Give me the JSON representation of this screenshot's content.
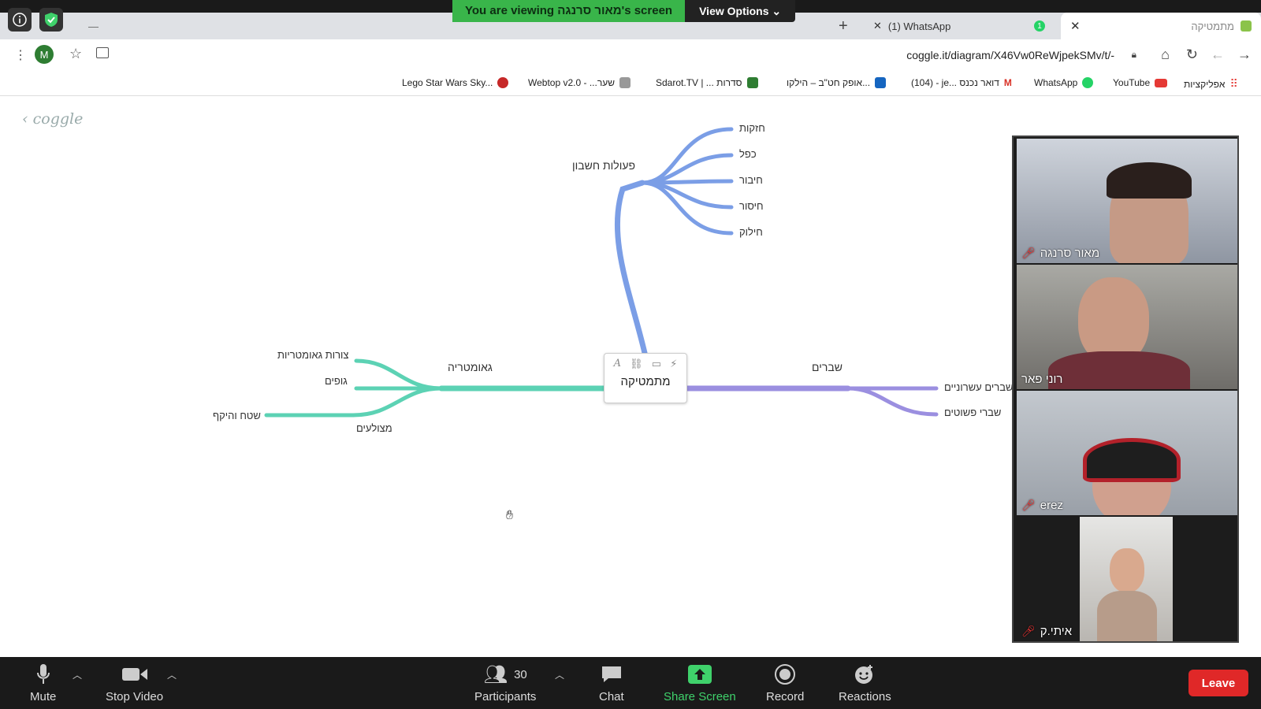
{
  "banner": {
    "message": "You are viewing מאור סרנגה's screen",
    "view_options": "View Options ⌄"
  },
  "tabs": {
    "whatsapp": "(1) WhatsApp",
    "whatsapp_badge": "1",
    "active": "מתמטיקה"
  },
  "address": {
    "url": "coggle.it/diagram/X46Vw0ReWjpekSMv/t/-",
    "avatar": "M"
  },
  "bookmarks": [
    "Lego Star Wars Sky...",
    "Webtop v2.0 - ...שער",
    "Sdarot.TV | ... סדרות",
    "אופק חט\"ב – הילקו...",
    "(104) - je... דואר נכנס",
    "WhatsApp",
    "YouTube",
    "אפליקציות"
  ],
  "coggle": {
    "logo": "coggle"
  },
  "mindmap": {
    "center": "מתמטיקה",
    "top": {
      "label": "פעולות חשבון",
      "children": [
        "חזקות",
        "כפל",
        "חיבור",
        "חיסור",
        "חילוק"
      ]
    },
    "left": {
      "label": "גאומטריה",
      "children": [
        "צורות גאומטריות",
        "גופים",
        "מצולעים",
        "שטח והיקף"
      ]
    },
    "right": {
      "label": "שברים",
      "children": [
        "שברים עשרוניים",
        "שברי פשוטים"
      ]
    }
  },
  "participants_video": [
    {
      "name": "מאור סרנגה"
    },
    {
      "name": "רוני פאר"
    },
    {
      "name": "erez"
    },
    {
      "name": "איתי.ק"
    }
  ],
  "toolbar": {
    "mute": "Mute",
    "stop_video": "Stop Video",
    "participants": "Participants",
    "participants_count": "30",
    "chat": "Chat",
    "share_screen": "Share Screen",
    "record": "Record",
    "reactions": "Reactions",
    "leave": "Leave"
  },
  "colors": {
    "top_branch": "#7b9ee6",
    "left_branch": "#5cd2b4",
    "right_branch": "#9b8fe0",
    "share_green": "#3fd16b"
  }
}
